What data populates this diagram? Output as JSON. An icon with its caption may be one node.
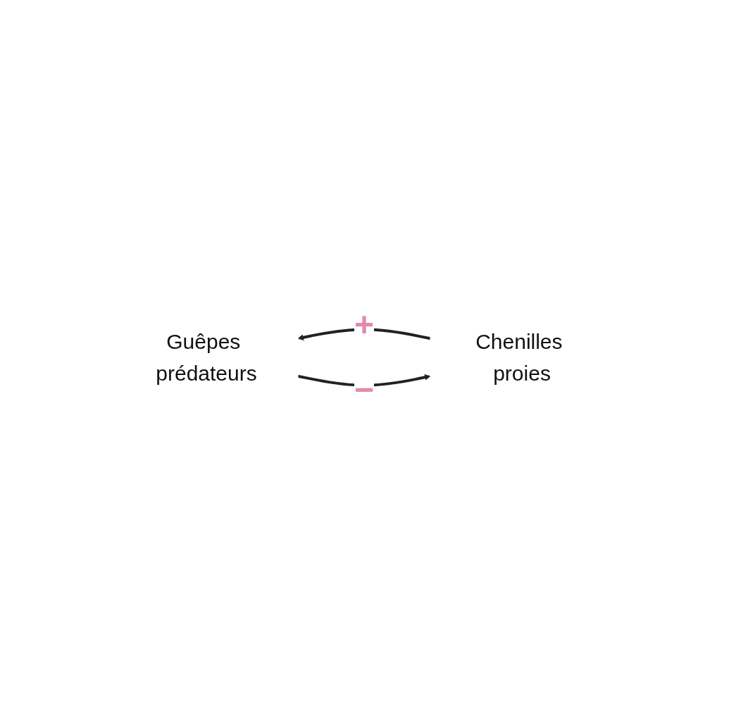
{
  "diagram": {
    "nodes": [
      {
        "text": [
          "Chenilles proies"
        ]
      },
      {
        "text": [
          "Guêpes prédateurs"
        ]
      }
    ],
    "edges": [
      {
        "from": 0,
        "to": 1,
        "arrow": "to",
        "label": "+"
      },
      {
        "from": 1,
        "to": 0,
        "arrow": "to",
        "label": "−"
      }
    ]
  }
}
